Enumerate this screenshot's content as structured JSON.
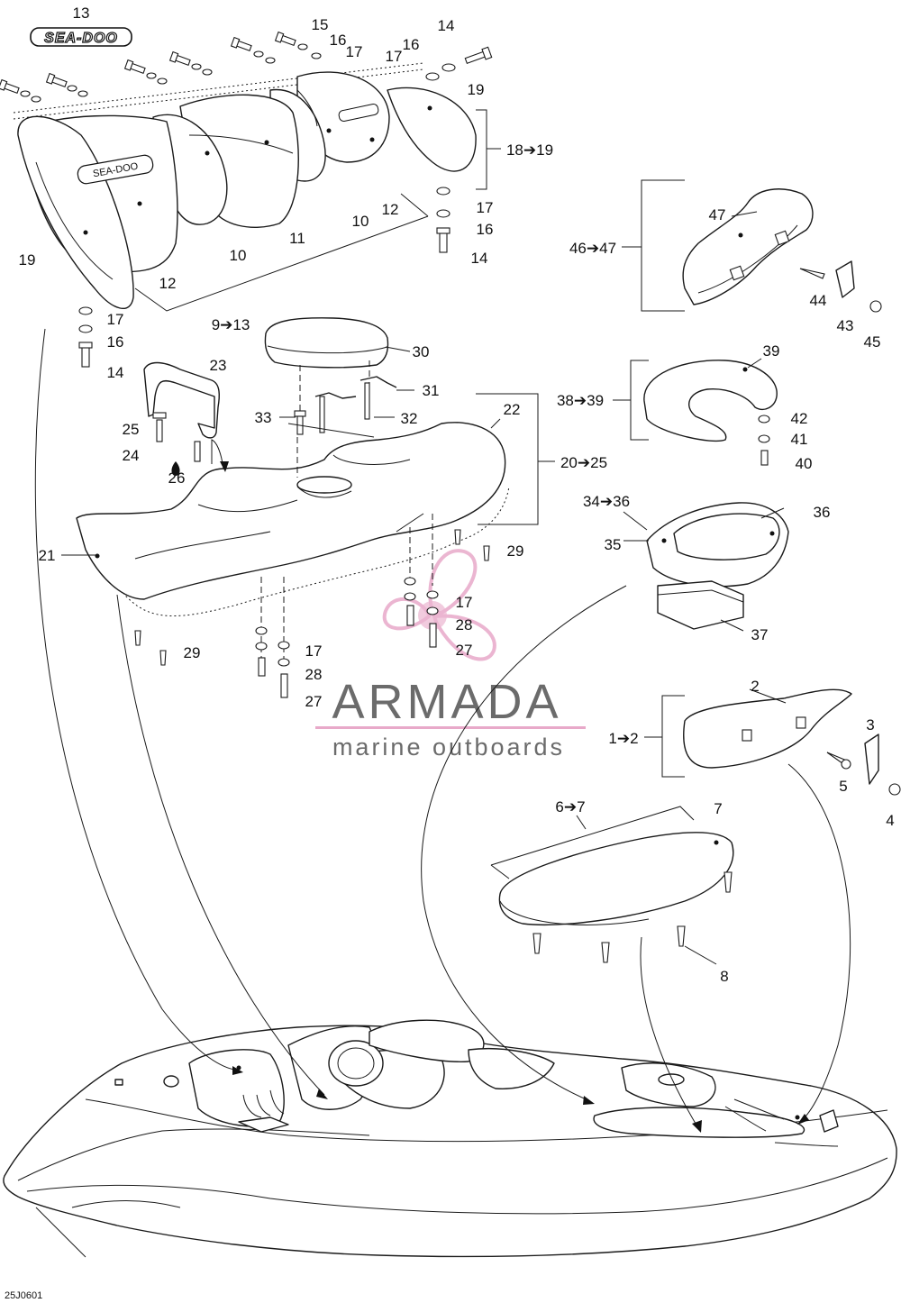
{
  "diagram_code": "25J0601",
  "logo": {
    "text": "SEA-DOO"
  },
  "watermark": {
    "title": "ARMADA",
    "subtitle": "marine outboards",
    "accent_color": "#e8a9c9"
  },
  "callouts": {
    "c1": "1➔2",
    "c2": "2",
    "c3": "3",
    "c4": "4",
    "c5": "5",
    "c6": "6➔7",
    "c7": "7",
    "c8": "8",
    "c9": "9➔13",
    "c10a": "10",
    "c10b": "10",
    "c11": "11",
    "c12a": "12",
    "c12b": "12",
    "c13": "13",
    "c14a": "14",
    "c14b": "14",
    "c14c": "14",
    "c15": "15",
    "c16a": "16",
    "c16b": "16",
    "c16c": "16",
    "c16d": "16",
    "c17a": "17",
    "c17b": "17",
    "c17c": "17",
    "c17d": "17",
    "c17e": "17",
    "c17f": "17",
    "c18": "18➔19",
    "c19a": "19",
    "c19b": "19",
    "c20": "20➔25",
    "c21": "21",
    "c22": "22",
    "c23": "23",
    "c24": "24",
    "c25": "25",
    "c26": "26",
    "c27a": "27",
    "c27b": "27",
    "c28a": "28",
    "c28b": "28",
    "c29a": "29",
    "c29b": "29",
    "c30": "30",
    "c31": "31",
    "c32": "32",
    "c33": "33",
    "c34": "34➔36",
    "c35": "35",
    "c36": "36",
    "c37": "37",
    "c38": "38➔39",
    "c39": "39",
    "c40": "40",
    "c41": "41",
    "c42": "42",
    "c43": "43",
    "c44": "44",
    "c45": "45",
    "c46": "46➔47",
    "c47": "47"
  }
}
